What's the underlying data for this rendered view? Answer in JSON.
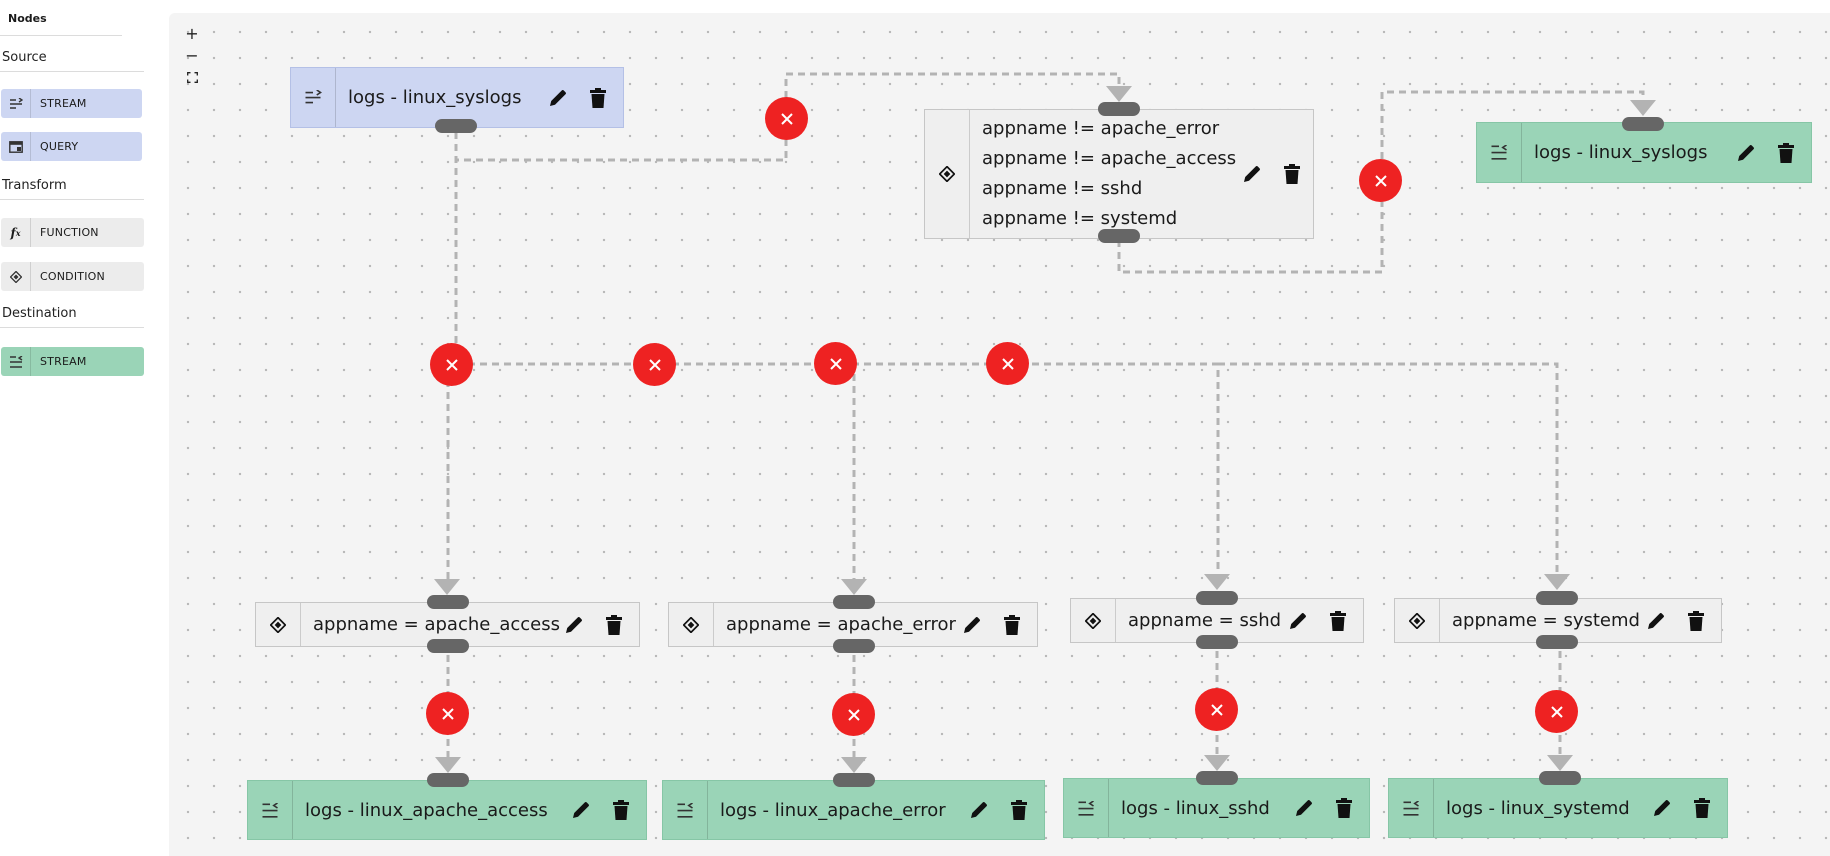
{
  "palette": {
    "title": "Nodes",
    "sections": {
      "source": "Source",
      "transform": "Transform",
      "destination": "Destination"
    },
    "items": {
      "source_stream": "STREAM",
      "query": "QUERY",
      "function": "FUNCTION",
      "condition": "CONDITION",
      "destination_stream": "STREAM"
    }
  },
  "controls": {
    "zoom_in": "+",
    "zoom_out": "−"
  },
  "nodes": {
    "source": {
      "label": "logs - linux_syslogs"
    },
    "filter": {
      "conditions": [
        "appname != apache_error",
        "appname != apache_access",
        "appname != sshd",
        "appname != systemd"
      ]
    },
    "dest_syslogs": {
      "label": "logs - linux_syslogs"
    },
    "cond_access": {
      "label": "appname = apache_access"
    },
    "cond_error": {
      "label": "appname = apache_error"
    },
    "cond_sshd": {
      "label": "appname = sshd"
    },
    "cond_systemd": {
      "label": "appname = systemd"
    },
    "dest_access": {
      "label": "logs - linux_apache_access"
    },
    "dest_error": {
      "label": "logs - linux_apache_error"
    },
    "dest_sshd": {
      "label": "logs - linux_sshd"
    },
    "dest_systemd": {
      "label": "logs - linux_systemd"
    }
  },
  "colors": {
    "source_node": "#cdd6f2",
    "transform_node": "#efefef",
    "destination_node": "#9ad4b7",
    "delete_edge": "#ee2222",
    "handle": "#666666",
    "edge": "#b3b3b3"
  },
  "icons": {
    "stream_source": "stream-input-icon",
    "query": "query-icon",
    "function": "function-icon",
    "condition": "condition-diamond-icon",
    "stream_destination": "stream-output-icon",
    "edit": "pencil-icon",
    "delete": "trash-icon",
    "remove_edge": "close-icon",
    "fit_view": "fit-view-icon"
  }
}
